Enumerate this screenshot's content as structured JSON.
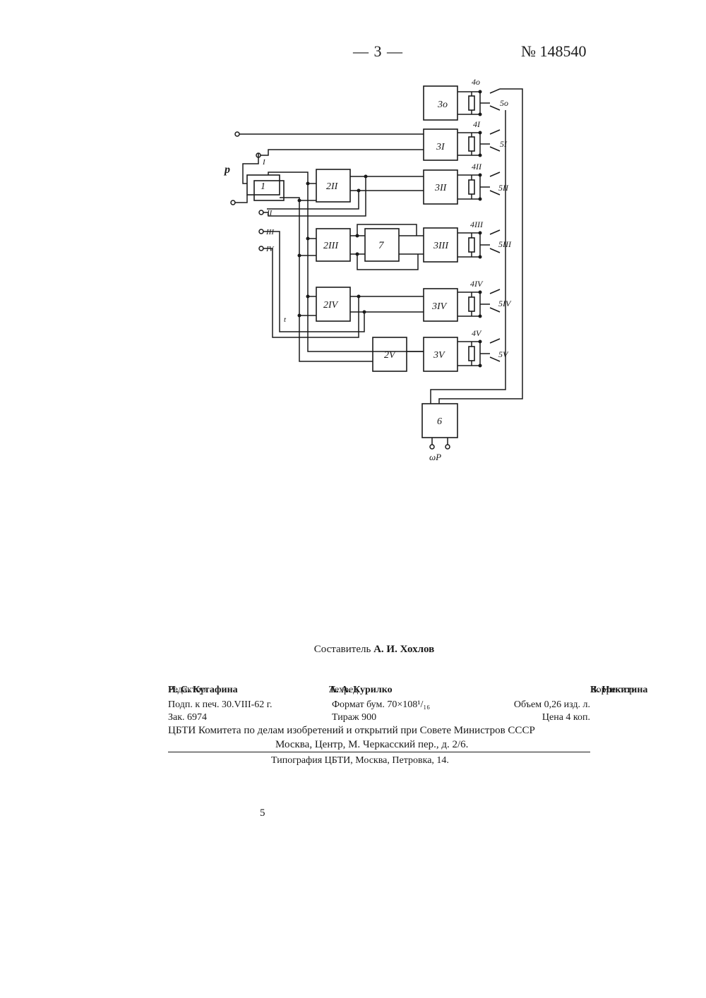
{
  "header": {
    "page_number": "— 3 —",
    "patent_number": "№ 148540"
  },
  "diagram": {
    "blocks": {
      "b1": "1",
      "b2II": "2II",
      "b2III": "2III",
      "b2IV": "2IV",
      "b2V": "2V",
      "b7": "7",
      "b30": "3o",
      "b3I": "3I",
      "b3II": "3II",
      "b3III": "3III",
      "b3IV": "3IV",
      "b3V": "3V",
      "b6": "6"
    },
    "labels": {
      "p": "p",
      "t": "t",
      "coil_I": "I",
      "coil_II": "II",
      "coil_III": "III",
      "coil_IV": "IV",
      "r0": "4o",
      "rI": "4I",
      "rII": "4II",
      "rIII": "4III",
      "rIV": "4IV",
      "rV": "4V",
      "s0": "5o",
      "sI": "5I",
      "sII": "5II",
      "sIII": "5III",
      "sIV": "5IV",
      "sV": "5V",
      "output": "ωР"
    }
  },
  "credits": {
    "compiler_label": "Составитель",
    "compiler_name": "А. И. Хохлов",
    "editor_label": "Редактор",
    "editor_name": "Н. С. Кутафина",
    "techred_label": "Техред",
    "techred_name": "А. А. Курилко",
    "corrector_label": "Корректор",
    "corrector_name": "В. Никитина",
    "signed": "Подп. к печ. 30.VIII-62 г.",
    "format": "Формат бум. 70×108¹/₁₆",
    "volume": "Объем 0,26 изд. л.",
    "order": "Зак. 6974",
    "print_run": "Тираж 900",
    "price": "Цена 4 коп.",
    "publisher": "ЦБТИ Комитета по делам изобретений и открытий при Совете Министров СССР",
    "publisher_address": "Москва, Центр, М. Черкасский пер., д. 2/6.",
    "printer": "Типография ЦБТИ, Москва, Петровка, 14."
  },
  "footer": {
    "number": "5"
  }
}
